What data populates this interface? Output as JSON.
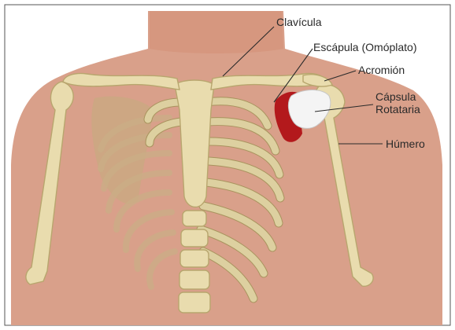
{
  "labels": {
    "clavicula": "Clavícula",
    "escapula": "Escápula (Omóplato)",
    "acromion": "Acromión",
    "capsula_line1": "Cápsula",
    "capsula_line2": "Rotataria",
    "humero": "Húmero"
  },
  "colors": {
    "skin": "#d9a08a",
    "bone": "#e9dcae",
    "capsule": "#f4f4f4",
    "inflamed": "#b3191c",
    "text": "#2a2a2a"
  }
}
